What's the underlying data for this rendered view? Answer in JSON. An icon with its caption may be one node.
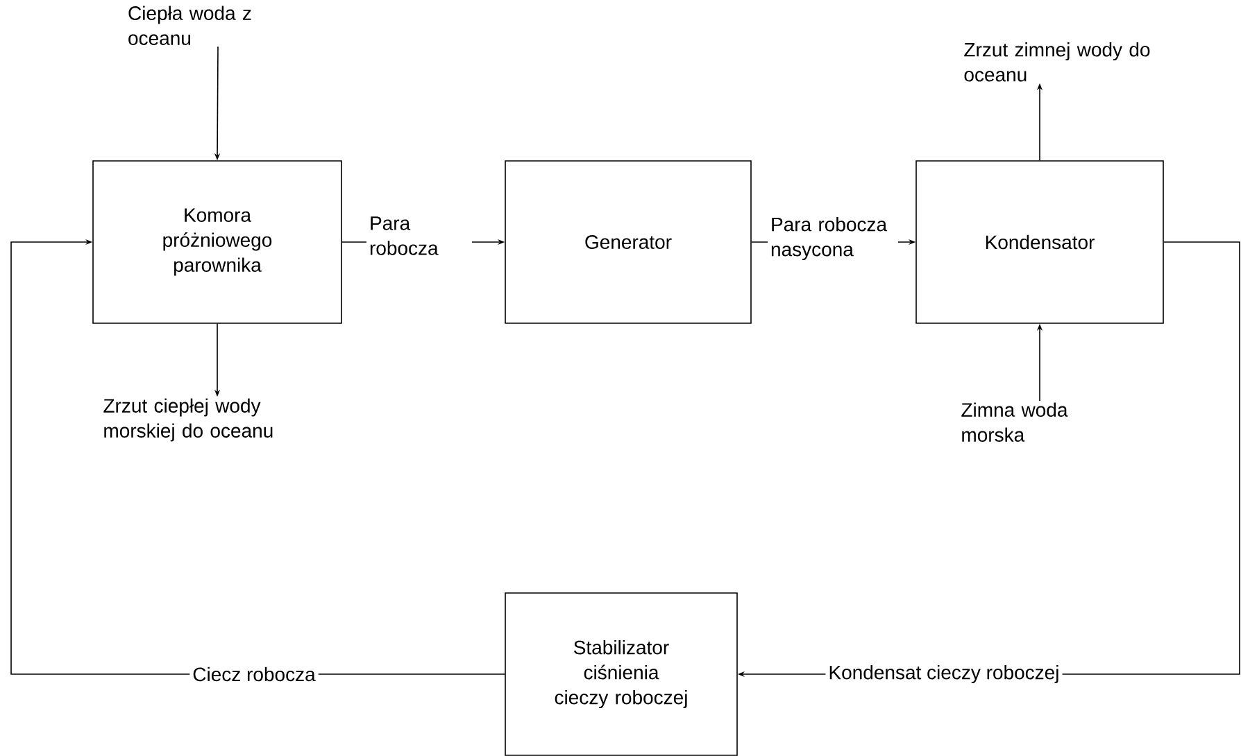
{
  "diagram": {
    "nodes": [
      {
        "text": [
          "Komora próżniowego parownika"
        ]
      },
      {
        "text": [
          "Generator"
        ]
      },
      {
        "text": [
          "Kondensator"
        ]
      },
      {
        "text": [
          "Stabilizator ciśnienia cieczy roboczej"
        ]
      },
      {
        "text": [
          "Ciepła woda z oceanu"
        ]
      },
      {
        "text": [
          "Zrzut ciepłej wody morskiej do oceanu"
        ]
      },
      {
        "text": [
          "Zrzut zimnej wody do oceanu"
        ]
      },
      {
        "text": [
          "Zimna woda morska"
        ]
      }
    ],
    "edges": [
      {
        "from": 4,
        "to": 0,
        "arrow": "to"
      },
      {
        "from": 0,
        "to": 5,
        "arrow": "to"
      },
      {
        "from": 0,
        "to": 1,
        "arrow": "to",
        "label": "Para robocza"
      },
      {
        "from": 1,
        "to": 2,
        "arrow": "to",
        "label": "Para robocza nasycona"
      },
      {
        "from": 2,
        "to": 6,
        "arrow": "to"
      },
      {
        "from": 7,
        "to": 2,
        "arrow": "to"
      },
      {
        "from": 2,
        "to": 3,
        "arrow": "to",
        "label": "Kondensat cieczy roboczej"
      },
      {
        "from": 3,
        "to": 0,
        "arrow": "to",
        "label": "Ciecz robocza"
      }
    ]
  }
}
